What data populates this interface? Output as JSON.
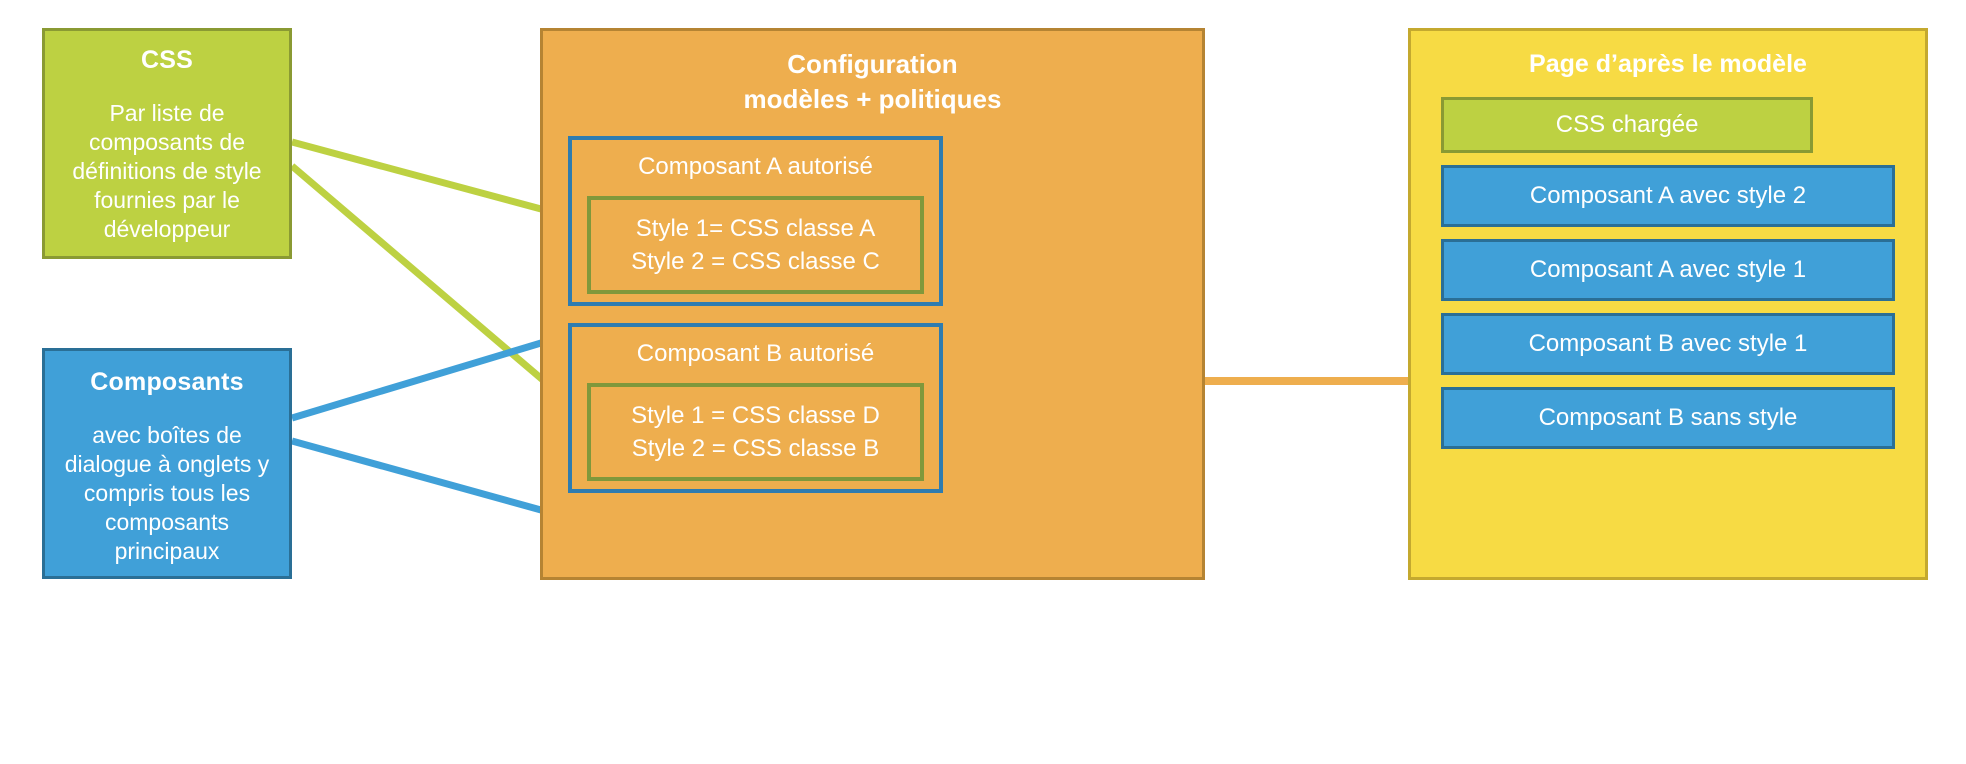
{
  "diagram": {
    "css_box": {
      "title": "CSS",
      "body": "Par liste de composants de définitions de style fournies par le développeur",
      "fill_color": "#bdd142",
      "border_color": "#8a9a33"
    },
    "components_box": {
      "title": "Composants",
      "body": "avec boîtes de dialogue à onglets y compris tous les composants principaux",
      "fill_color": "#40a0d8",
      "border_color": "#2a6f96"
    },
    "config_panel": {
      "title_line1": "Configuration",
      "title_line2": "modèles + politiques",
      "fill_color": "#eeae4e",
      "border_color": "#b58433",
      "allowed": [
        {
          "title": "Composant A autorisé",
          "style_1": "Style 1= CSS classe A",
          "style_2": "Style 2 = CSS classe C"
        },
        {
          "title": "Composant B autorisé",
          "style_1": "Style 1 = CSS classe D",
          "style_2": "Style 2 = CSS classe B"
        }
      ],
      "inner_border_color": "#2e7cb0",
      "style_border_color": "#80983b"
    },
    "page_panel": {
      "title": "Page d’après le modèle",
      "fill_color": "#f7db44",
      "border_color": "#c4a92f",
      "items": [
        {
          "label": "CSS chargée",
          "kind": "green"
        },
        {
          "label": "Composant A avec style 2",
          "kind": "blue"
        },
        {
          "label": "Composant A avec style 1",
          "kind": "blue"
        },
        {
          "label": "Composant B avec style 1",
          "kind": "blue"
        },
        {
          "label": "Composant B sans style",
          "kind": "blue"
        }
      ]
    },
    "connectors": {
      "green_color": "#bdd142",
      "blue_color": "#40a0d8",
      "orange_color": "#eeae4e"
    }
  }
}
